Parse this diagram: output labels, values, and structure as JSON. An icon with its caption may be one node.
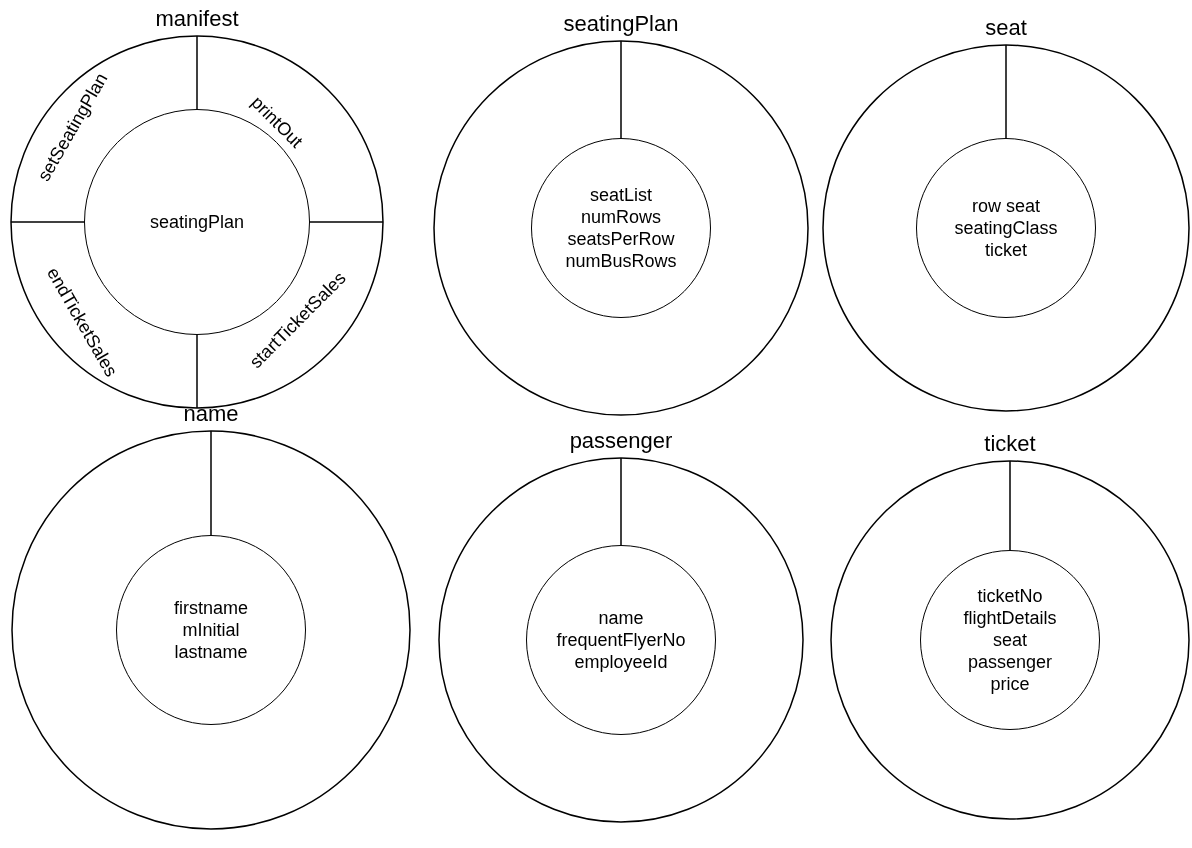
{
  "diagram": {
    "nodes": [
      {
        "text": [
          "manifest"
        ]
      },
      {
        "text": [
          "seatingPlan"
        ],
        "in": 0
      },
      {
        "text": [
          "setSeatingPlan"
        ],
        "in": 0
      },
      {
        "text": [
          "printOut"
        ],
        "in": 0
      },
      {
        "text": [
          "endTicketSales"
        ],
        "in": 0
      },
      {
        "text": [
          "startTicketSales"
        ],
        "in": 0
      },
      {
        "text": [
          "seatingPlan"
        ]
      },
      {
        "text": [
          "seatList numRows seatsPerRow numBusRows"
        ],
        "in": 6
      },
      {
        "text": [
          "seat"
        ]
      },
      {
        "text": [
          "row seat seatingClass ticket"
        ],
        "in": 8
      },
      {
        "text": [
          "name"
        ]
      },
      {
        "text": [
          "firstname mInitial lastname"
        ],
        "in": 10
      },
      {
        "text": [
          "passenger"
        ]
      },
      {
        "text": [
          "name frequentFlyerNo employeeId"
        ],
        "in": 12
      },
      {
        "text": [
          "ticket"
        ]
      },
      {
        "text": [
          "ticketNo flightDetails seat passenger price"
        ],
        "in": 14
      }
    ]
  }
}
